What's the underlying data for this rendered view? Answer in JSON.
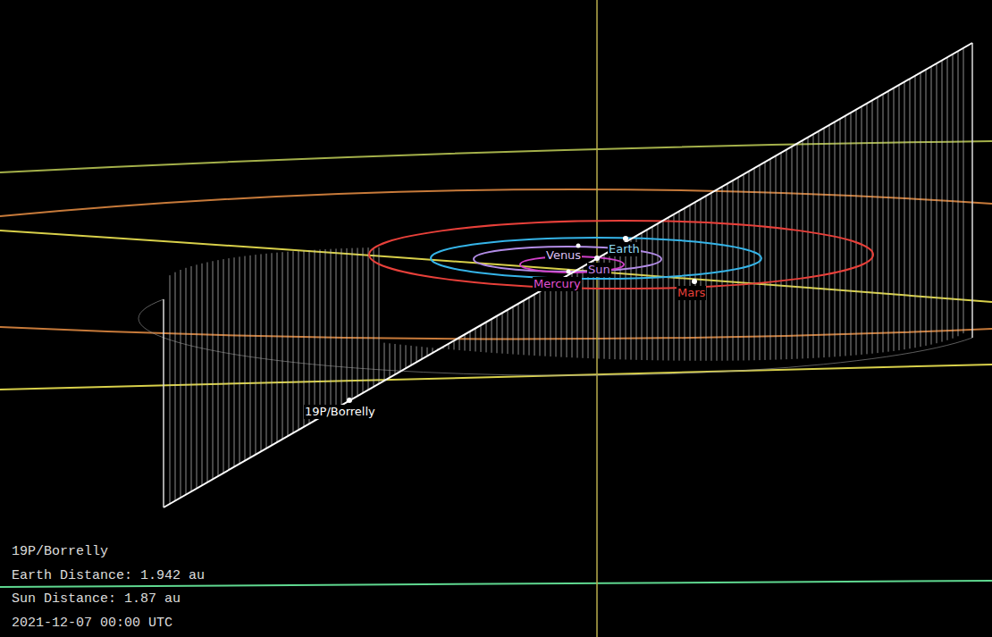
{
  "diagram": {
    "labels": [
      "Venus",
      "Earth",
      "Sun",
      "Mercury",
      "Mars",
      "19P/Borrelly",
      "19P/Borrelly",
      "Earth Distance: 1.942 au",
      "Sun Distance: 1.87 au",
      "2021-12-07 00:00 UTC"
    ]
  }
}
